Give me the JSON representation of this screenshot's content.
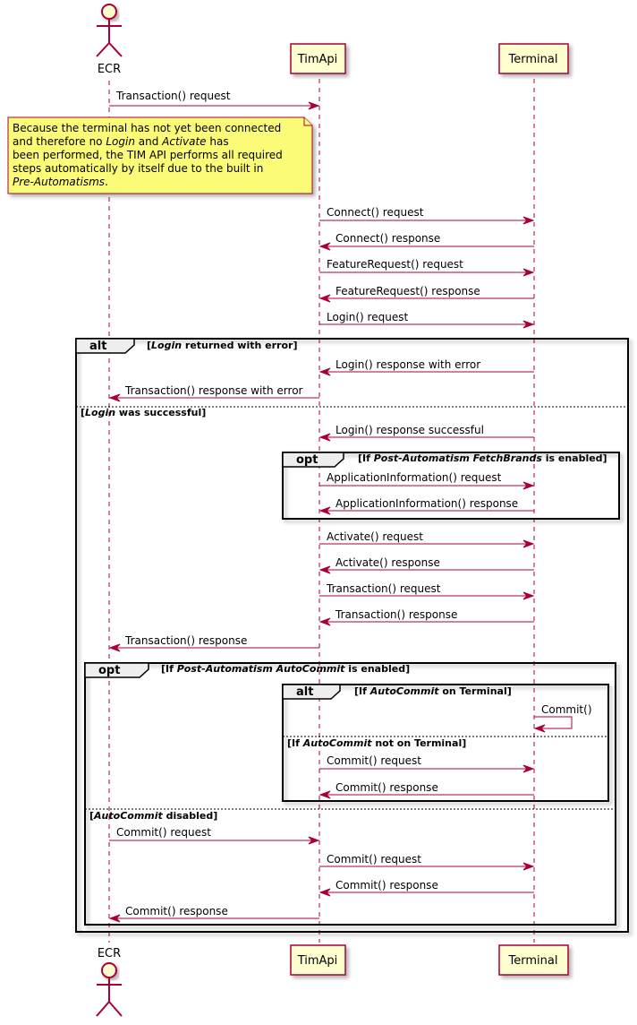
{
  "colors": {
    "message": "#A80036",
    "participant_fill": "#FEFECE",
    "participant_border": "#A80036",
    "note_fill": "#FBFB77",
    "frame_header_fill": "#EEEEEE"
  },
  "participants": {
    "ecr": "ECR",
    "timapi": "TimApi",
    "terminal": "Terminal"
  },
  "note": {
    "lines": [
      [
        {
          "t": "Because the terminal has not yet been connected"
        }
      ],
      [
        {
          "t": "and therefore no "
        },
        {
          "t": "Login",
          "i": true
        },
        {
          "t": " and "
        },
        {
          "t": "Activate",
          "i": true
        },
        {
          "t": " has"
        }
      ],
      [
        {
          "t": "been performed, the TIM API performs all required"
        }
      ],
      [
        {
          "t": "steps automatically by itself due to the built in"
        }
      ],
      [
        {
          "t": "Pre-Automatisms",
          "i": true
        },
        {
          "t": "."
        }
      ]
    ]
  },
  "messages": {
    "m1": "Transaction() request",
    "m2": "Connect() request",
    "m3": "Connect() response",
    "m4": "FeatureRequest() request",
    "m5": "FeatureRequest() response",
    "m6": "Login() request",
    "m7": "Login() response with error",
    "m8": "Transaction() response with error",
    "m9": "Login() response successful",
    "m10": "ApplicationInformation() request",
    "m11": "ApplicationInformation() response",
    "m12": "Activate() request",
    "m13": "Activate() response",
    "m14": "Transaction() request",
    "m15": "Transaction() response",
    "m16": "Transaction() response",
    "m17": "Commit()",
    "m18": "Commit() request",
    "m19": "Commit() response",
    "m20": "Commit() request",
    "m21": "Commit() request",
    "m22": "Commit() response",
    "m23": "Commit() response"
  },
  "fragments": {
    "alt1": {
      "keyword": "alt",
      "guard": [
        {
          "t": "["
        },
        {
          "t": "Login",
          "i": true
        },
        {
          "t": " returned with error]"
        }
      ],
      "else_guard": [
        {
          "t": "["
        },
        {
          "t": "Login",
          "i": true
        },
        {
          "t": " was successful]"
        }
      ]
    },
    "opt1": {
      "keyword": "opt",
      "guard": [
        {
          "t": "[If "
        },
        {
          "t": "Post-Automatism FetchBrands",
          "i": true
        },
        {
          "t": " is enabled]"
        }
      ]
    },
    "opt2": {
      "keyword": "opt",
      "guard": [
        {
          "t": "[If "
        },
        {
          "t": "Post-Automatism AutoCommit",
          "i": true
        },
        {
          "t": " is enabled]"
        }
      ],
      "else_guard": [
        {
          "t": "["
        },
        {
          "t": "AutoCommit",
          "i": true
        },
        {
          "t": " disabled]"
        }
      ]
    },
    "alt2": {
      "keyword": "alt",
      "guard": [
        {
          "t": "[If "
        },
        {
          "t": "AutoCommit",
          "i": true
        },
        {
          "t": " on Terminal]"
        }
      ],
      "else_guard": [
        {
          "t": "[If "
        },
        {
          "t": "AutoCommit",
          "i": true
        },
        {
          "t": " not on Terminal]"
        }
      ]
    }
  }
}
